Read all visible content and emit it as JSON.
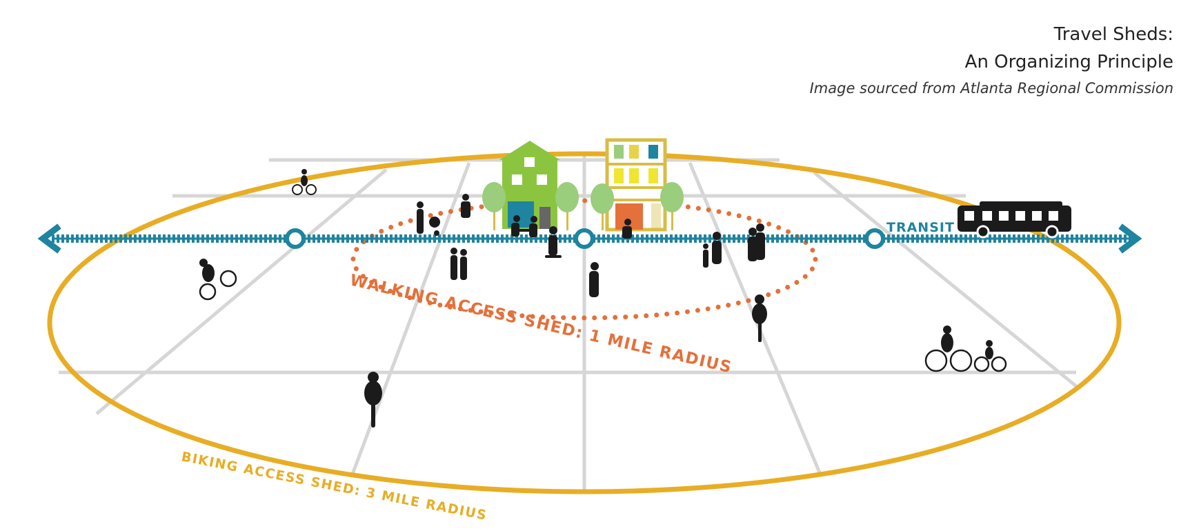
{
  "title": {
    "line1": "Travel Sheds:",
    "line2": "An Organizing Principle",
    "credit": "Image sourced from  Atlanta Regional Commission"
  },
  "labels": {
    "transit": "TRANSIT",
    "walking_shed": "WALKING ACCESS SHED: 1 MILE RADIUS",
    "biking_shed": "BIKING ACCESS SHED: 3 MILE RADIUS"
  },
  "colors": {
    "biking_shed": "#e8ad24",
    "walking_shed": "#e4703a",
    "transit": "#1e84a0",
    "grid": "#d6d6d6",
    "house": "#8bc540",
    "building": "#d8bd45",
    "tree": "#9acd7c",
    "silhouette": "#1b1b1b"
  },
  "icons": [
    "bicycle-icon",
    "bus-icon",
    "pedestrian-icon",
    "house-icon",
    "building-icon",
    "tree-icon",
    "transit-stop-icon"
  ]
}
